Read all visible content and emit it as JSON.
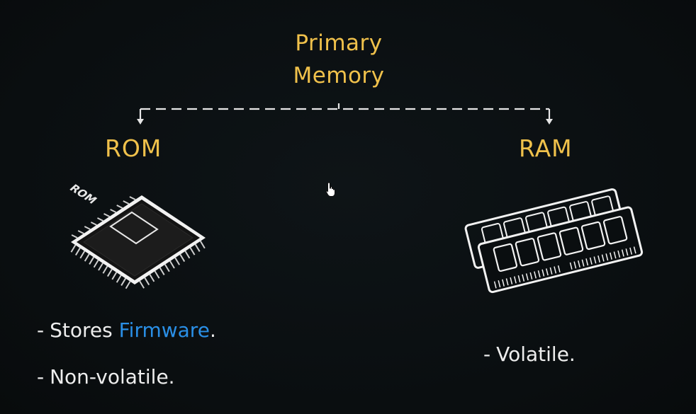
{
  "diagram": {
    "root": {
      "line1": "Primary",
      "line2": "Memory"
    },
    "children": [
      {
        "label": "ROM",
        "chip_text": "ROM"
      },
      {
        "label": "RAM"
      }
    ],
    "rom_points": {
      "point1_prefix": "Stores",
      "point1_highlight": "Firmware",
      "point1_suffix": ".",
      "point2": "Non-volatile."
    },
    "ram_points": {
      "point1": "Volatile."
    },
    "bullet_dash": "-"
  },
  "colors": {
    "background": "#0a0e10",
    "heading": "#f0c14b",
    "text": "#ededed",
    "highlight": "#2a8fe6",
    "connector": "#e6e6e6"
  },
  "icons": [
    "rom-chip-icon",
    "ram-module-icon",
    "hand-cursor-icon",
    "arrow-down-icon"
  ]
}
